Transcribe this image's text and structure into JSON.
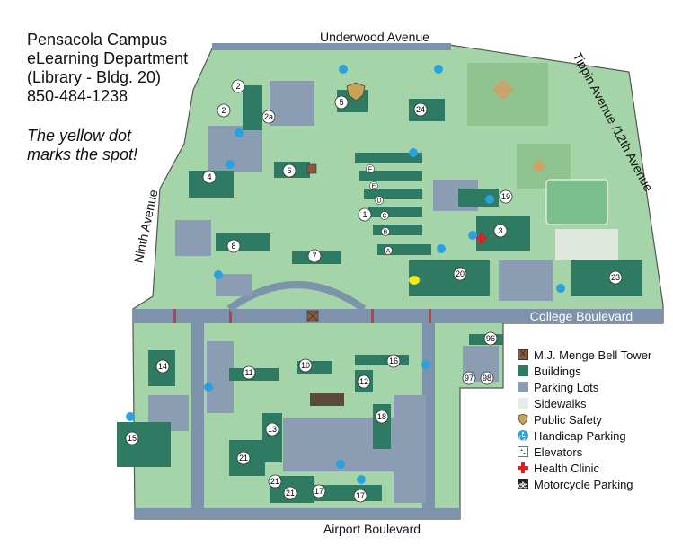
{
  "info": {
    "lines": [
      "Pensacola Campus",
      "eLearning Department",
      "(Library - Bldg. 20)",
      "850-484-1238"
    ],
    "note_lines": [
      "The yellow dot",
      "marks the spot!"
    ]
  },
  "streets": {
    "north": "Underwood Avenue",
    "east": "Tippin Avenue /12th Avenue",
    "west": "Ninth Avenue",
    "middle": "College Boulevard",
    "south": "Airport Boulevard"
  },
  "legend": [
    {
      "icon": "bell-tower-icon",
      "label": "M.J. Menge Bell Tower"
    },
    {
      "icon": "building-swatch",
      "label": "Buildings"
    },
    {
      "icon": "parking-lot-swatch",
      "label": "Parking Lots"
    },
    {
      "icon": "sidewalk-swatch",
      "label": "Sidewalks"
    },
    {
      "icon": "public-safety-icon",
      "label": "Public Safety"
    },
    {
      "icon": "handicap-parking-icon",
      "label": "Handicap Parking"
    },
    {
      "icon": "elevator-icon",
      "label": "Elevators"
    },
    {
      "icon": "health-clinic-icon",
      "label": "Health Clinic"
    },
    {
      "icon": "motorcycle-parking-icon",
      "label": "Motorcycle Parking"
    }
  ],
  "buildings": {
    "b1": "1",
    "b2a": "2",
    "b2b": "2",
    "b2c": "2a",
    "b3": "3",
    "b4": "4",
    "b5": "5",
    "b6": "6",
    "b7": "7",
    "b8": "8",
    "b10": "10",
    "b11": "11",
    "b12": "12",
    "b13": "13",
    "b14": "14",
    "b15": "15",
    "b16": "16",
    "b17a": "17",
    "b17b": "17",
    "b18": "18",
    "b19": "19",
    "b20": "20",
    "b21a": "21",
    "b21b": "21",
    "b21c": "21",
    "b23": "23",
    "b24": "24",
    "b96": "96",
    "b97": "97",
    "b98": "98",
    "wingA": "A",
    "wingB": "B",
    "wingC": "C",
    "wingD": "D",
    "wingE": "E",
    "wingF": "F"
  },
  "colors": {
    "grass": "#a5d4a8",
    "building": "#2e7a62",
    "parking": "#8a9db3",
    "sidewalk": "#e8ece8",
    "road": "#7d93ab",
    "outline": "#555555",
    "bell_tower": "#8b5a3c",
    "public_safety": "#c9a25a",
    "handicap": "#2aa2e0",
    "health": "#e02020",
    "marker": "#f4ea1a",
    "crosswalk": "#b5453a"
  }
}
